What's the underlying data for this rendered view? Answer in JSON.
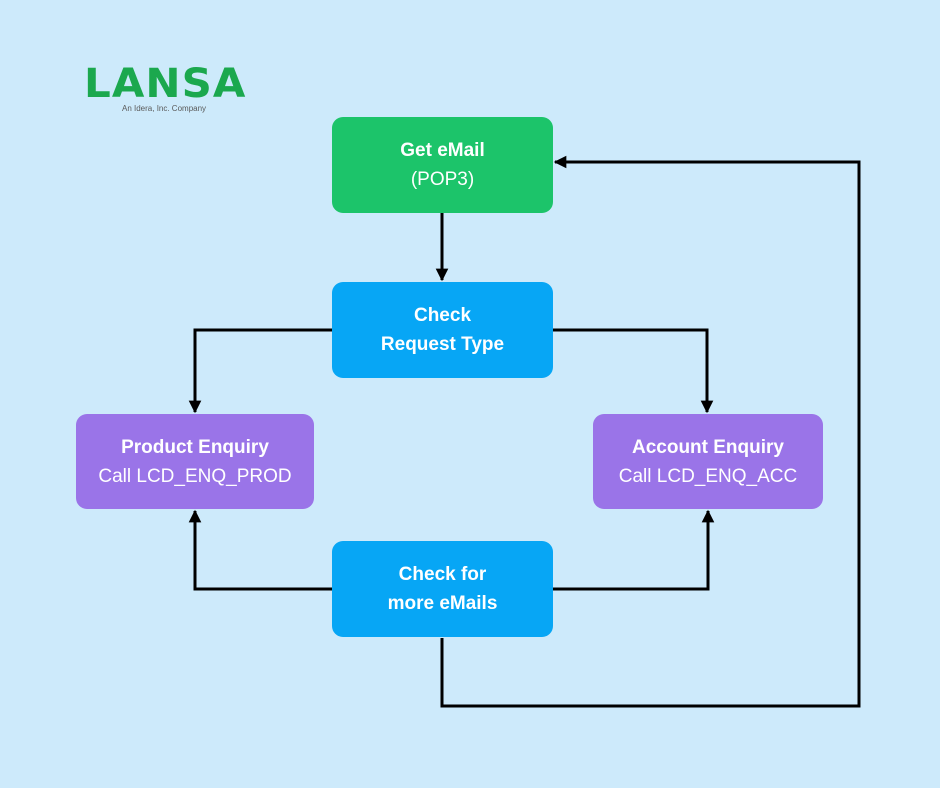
{
  "brand": {
    "logo_text": "LANSA",
    "tagline": "An Idera, Inc. Company",
    "color": "#1ba84e"
  },
  "colors": {
    "background": "#cdeafb",
    "start_node": "#1cc46a",
    "decision_node": "#07a6f5",
    "action_node": "#9a74e8",
    "connector": "#000000"
  },
  "nodes": {
    "get_email": {
      "title": "Get eMail",
      "subtitle": "(POP3)"
    },
    "check_request": {
      "line1": "Check",
      "line2": "Request Type"
    },
    "product_enquiry": {
      "title": "Product Enquiry",
      "subtitle": "Call LCD_ENQ_PROD"
    },
    "account_enquiry": {
      "title": "Account Enquiry",
      "subtitle": "Call LCD_ENQ_ACC"
    },
    "check_more": {
      "line1": "Check for",
      "line2": "more eMails"
    }
  },
  "edges": [
    {
      "from": "get_email",
      "to": "check_request"
    },
    {
      "from": "check_request",
      "to": "product_enquiry"
    },
    {
      "from": "check_request",
      "to": "account_enquiry"
    },
    {
      "from": "check_more",
      "to": "product_enquiry"
    },
    {
      "from": "check_more",
      "to": "account_enquiry"
    },
    {
      "from": "check_more",
      "to": "get_email"
    }
  ]
}
